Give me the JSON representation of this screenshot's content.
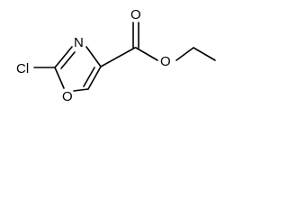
{
  "molecule": {
    "atoms": {
      "chlorine": "Cl",
      "ring_nitrogen": "N",
      "ring_oxygen": "O",
      "carbonyl_oxygen": "O",
      "ester_oxygen": "O"
    },
    "colors": {
      "bond": "#000000",
      "label": "#000000",
      "background": "#ffffff"
    }
  }
}
